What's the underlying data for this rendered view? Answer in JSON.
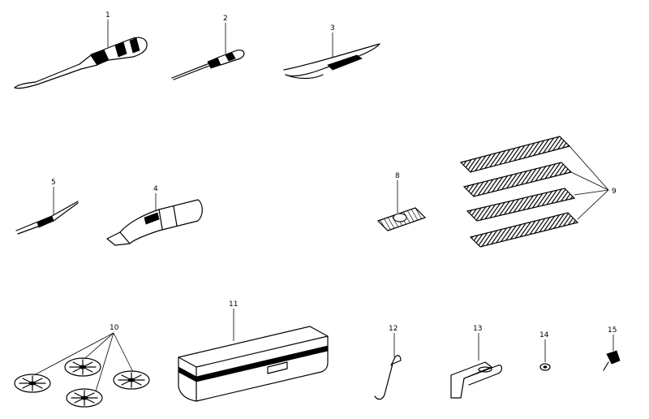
{
  "parts": [
    {
      "id": "part-1",
      "label": "1"
    },
    {
      "id": "part-2",
      "label": "2"
    },
    {
      "id": "part-3",
      "label": "3"
    },
    {
      "id": "part-4",
      "label": "4"
    },
    {
      "id": "part-5",
      "label": "5"
    },
    {
      "id": "part-8",
      "label": "8"
    },
    {
      "id": "part-9",
      "label": "9"
    },
    {
      "id": "part-10",
      "label": "10"
    },
    {
      "id": "part-11",
      "label": "11"
    },
    {
      "id": "part-12",
      "label": "12"
    },
    {
      "id": "part-13",
      "label": "13"
    },
    {
      "id": "part-14",
      "label": "14"
    },
    {
      "id": "part-15",
      "label": "15"
    }
  ]
}
